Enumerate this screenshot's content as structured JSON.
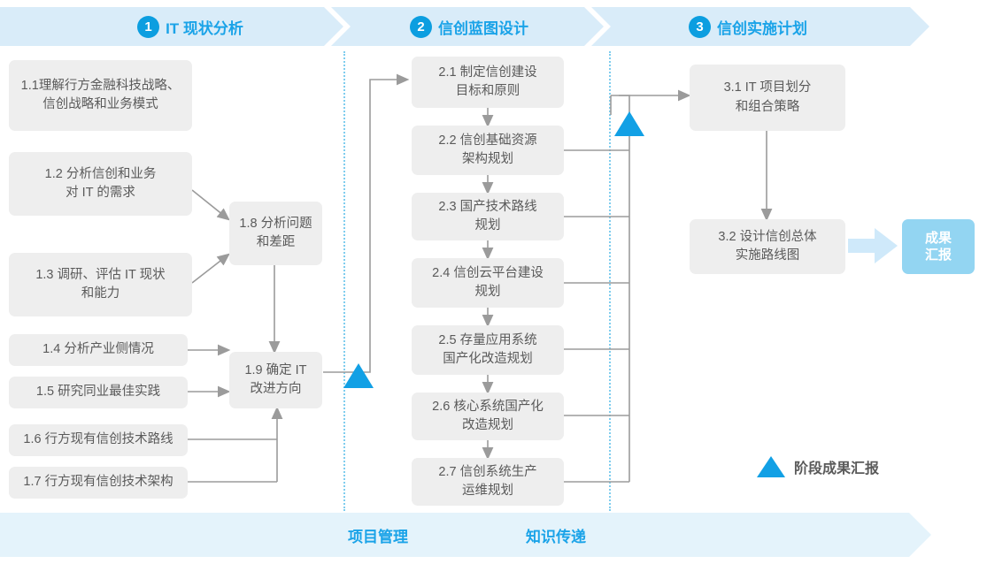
{
  "phases": [
    {
      "num": "1",
      "title": "IT 现状分析"
    },
    {
      "num": "2",
      "title": "信创蓝图设计"
    },
    {
      "num": "3",
      "title": "信创实施计划"
    }
  ],
  "phase1_nodes": [
    {
      "id": "1.1",
      "line1": "1.1理解行方金融科技战略、",
      "line2": "信创战略和业务模式"
    },
    {
      "id": "1.2",
      "line1": "1.2 分析信创和业务",
      "line2": "对 IT 的需求"
    },
    {
      "id": "1.3",
      "line1": "1.3 调研、评估 IT 现状",
      "line2": "和能力"
    },
    {
      "id": "1.4",
      "line1": "1.4 分析产业侧情况",
      "line2": ""
    },
    {
      "id": "1.5",
      "line1": "1.5 研究同业最佳实践",
      "line2": ""
    },
    {
      "id": "1.6",
      "line1": "1.6 行方现有信创技术路线",
      "line2": ""
    },
    {
      "id": "1.7",
      "line1": "1.7 行方现有信创技术架构",
      "line2": ""
    },
    {
      "id": "1.8",
      "line1": "1.8 分析问题",
      "line2": "和差距"
    },
    {
      "id": "1.9",
      "line1": "1.9 确定 IT",
      "line2": "改进方向"
    }
  ],
  "phase2_nodes": [
    {
      "id": "2.1",
      "line1": "2.1 制定信创建设",
      "line2": "目标和原则"
    },
    {
      "id": "2.2",
      "line1": "2.2 信创基础资源",
      "line2": "架构规划"
    },
    {
      "id": "2.3",
      "line1": "2.3 国产技术路线",
      "line2": "规划"
    },
    {
      "id": "2.4",
      "line1": "2.4 信创云平台建设",
      "line2": "规划"
    },
    {
      "id": "2.5",
      "line1": "2.5 存量应用系统",
      "line2": "国产化改造规划"
    },
    {
      "id": "2.6",
      "line1": "2.6 核心系统国产化",
      "line2": "改造规划"
    },
    {
      "id": "2.7",
      "line1": "2.7 信创系统生产",
      "line2": "运维规划"
    }
  ],
  "phase3_nodes": [
    {
      "id": "3.1",
      "line1": "3.1 IT 项目划分",
      "line2": "和组合策略"
    },
    {
      "id": "3.2",
      "line1": "3.2 设计信创总体",
      "line2": "实施路线图"
    }
  ],
  "result_badge": {
    "line1": "成果",
    "line2": "汇报"
  },
  "legend": {
    "label": "阶段成果汇报"
  },
  "footer": {
    "left_label": "项目管理",
    "right_label": "知识传递"
  },
  "colors": {
    "accent_blue": "#12a0e5",
    "title_blue": "#1aa3e8",
    "band_blue": "#d9ecf9",
    "footer_blue": "#e4f3fb",
    "badge_blue": "#93d5f2",
    "box_gray": "#eeeeee",
    "text_gray": "#5a5a5a",
    "wire_gray": "#9b9b9b",
    "dotted_blue": "#7fcdee"
  }
}
